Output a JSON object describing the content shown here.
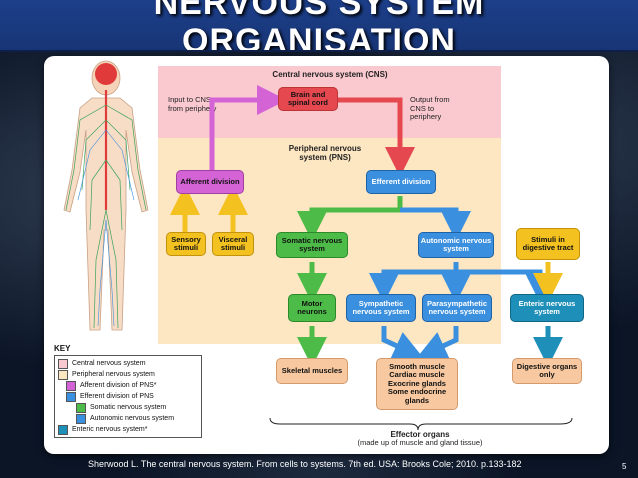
{
  "slide": {
    "title_line1": "NERVOUS SYSTEM",
    "title_line2": "ORGANISATION",
    "credit": "Sherwood L. The central nervous system. From cells to systems. 7th ed. USA: Brooks Cole; 2010. p.133-182",
    "page_number": "5"
  },
  "diagram": {
    "cns_label": "Central nervous system (CNS)",
    "pns_label": "Peripheral nervous system (PNS)",
    "input_text": "Input to CNS from periphery",
    "output_text": "Output from CNS to periphery",
    "brain": "Brain and spinal cord",
    "afferent": "Afferent division",
    "efferent": "Efferent division",
    "sensory": "Sensory stimuli",
    "visceral": "Visceral stimuli",
    "somatic": "Somatic nervous system",
    "autonomic": "Autonomic nervous system",
    "stimuli_digestive": "Stimuli in digestive tract",
    "motor": "Motor neurons",
    "sympathetic": "Sympathetic nervous system",
    "parasympathetic": "Parasympathetic nervous system",
    "enteric": "Enteric nervous system",
    "skeletal": "Skeletal muscles",
    "smooth": "Smooth muscle\nCardiac muscle\nExocrine glands\nSome endocrine glands",
    "digestive": "Digestive organs only",
    "effector_title": "Effector organs",
    "effector_sub": "(made up of muscle and gland tissue)"
  },
  "key": {
    "title": "KEY",
    "items": [
      {
        "label": "Central nervous system",
        "color": "#f9c9cf"
      },
      {
        "label": "Peripheral nervous system",
        "color": "#fde7c2"
      },
      {
        "label": "Afferent division of PNS*",
        "color": "#d463d6"
      },
      {
        "label": "Efferent division of PNS",
        "color": "#3a8fde"
      },
      {
        "label": "Somatic nervous system",
        "color": "#4dbb47"
      },
      {
        "label": "Autonomic nervous system",
        "color": "#3a8fde"
      },
      {
        "label": "Enteric nervous system*",
        "color": "#1e8fb8"
      }
    ]
  }
}
